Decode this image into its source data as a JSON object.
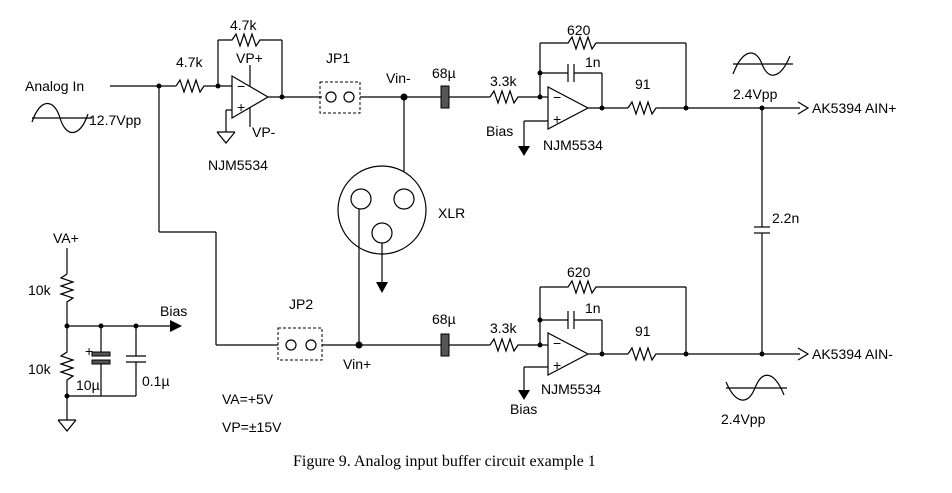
{
  "caption": "Figure 9. Analog input buffer circuit example 1",
  "input": {
    "label": "Analog In",
    "amplitude": "12.7Vpp"
  },
  "input_buffer": {
    "r_in": "4.7k",
    "r_fb": "4.7k",
    "opamp": "NJM5534",
    "vp_plus": "VP+",
    "vp_minus": "VP-"
  },
  "jumpers": {
    "jp1": "JP1",
    "jp2": "JP2"
  },
  "connector": {
    "name": "XLR",
    "vin_minus": "Vin-",
    "vin_plus": "Vin+"
  },
  "upper_channel": {
    "coupling_cap": "68µ",
    "r_in": "3.3k",
    "r_fb": "620",
    "c_fb": "1n",
    "r_out": "91",
    "opamp": "NJM5534",
    "bias": "Bias",
    "output_amplitude": "2.4Vpp",
    "output": "AK5394 AIN+"
  },
  "lower_channel": {
    "coupling_cap": "68µ",
    "r_in": "3.3k",
    "r_fb": "620",
    "c_fb": "1n",
    "r_out": "91",
    "opamp": "NJM5534",
    "bias": "Bias",
    "output_amplitude": "2.4Vpp",
    "output": "AK5394 AIN-"
  },
  "diff_cap": "2.2n",
  "bias_network": {
    "supply": "VA+",
    "r_top": "10k",
    "r_bottom": "10k",
    "c_elec": "10µ",
    "c_film": "0.1µ",
    "output": "Bias"
  },
  "notes": {
    "va": "VA=+5V",
    "vp": "VP=±15V"
  }
}
